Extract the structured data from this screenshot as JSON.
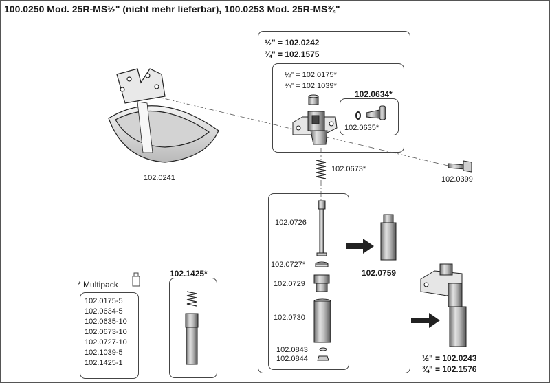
{
  "title": "100.0250 Mod. 25R-MS½\" (nicht mehr lieferbar), 100.0253 Mod. 25R-MS¾\"",
  "labels": {
    "bowl": "102.0241",
    "valve_half": "½\" = 102.0242",
    "valve_three": "¾\" = 102.1575",
    "seat_half": "½\" = 102.0175*",
    "seat_three": "¾\" = 102.1039*",
    "screw_set": "102.0634*",
    "oring": "102.0635*",
    "bolt": "102.0399",
    "spring": "102.0673*",
    "pin": "102.0726",
    "ring": "102.0727*",
    "nut": "102.0729",
    "sleeve": "102.0730",
    "washer1": "102.0843",
    "washer2": "102.0844",
    "assembly": "102.0759",
    "kit": "102.1425*",
    "final_half": "½\" = 102.0243",
    "final_three": "¾\" = 102.1576"
  },
  "multipack": {
    "title": "* Multipack",
    "items": [
      "102.0175-5",
      "102.0634-5",
      "102.0635-10",
      "102.0673-10",
      "102.0727-10",
      "102.1039-5",
      "102.1425-1"
    ]
  }
}
